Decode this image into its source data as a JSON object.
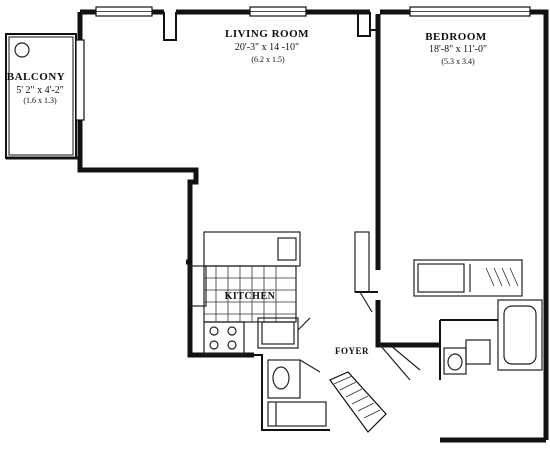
{
  "rooms": {
    "balcony": {
      "name": "BALCONY",
      "dims": "5' 2\" x 4'-2\"",
      "metric": "(1.6 x 1.3)"
    },
    "living_room": {
      "name": "LIVING ROOM",
      "dims": "20'-3\" x 14 -10\"",
      "metric": "(6.2 x 1.5)"
    },
    "bedroom": {
      "name": "BEDROOM",
      "dims": "18'-8\" x 11'-0\"",
      "metric": "(5.3 x 3.4)"
    },
    "kitchen": {
      "name": "KITCHEN"
    },
    "foyer": {
      "name": "FOYER"
    }
  }
}
